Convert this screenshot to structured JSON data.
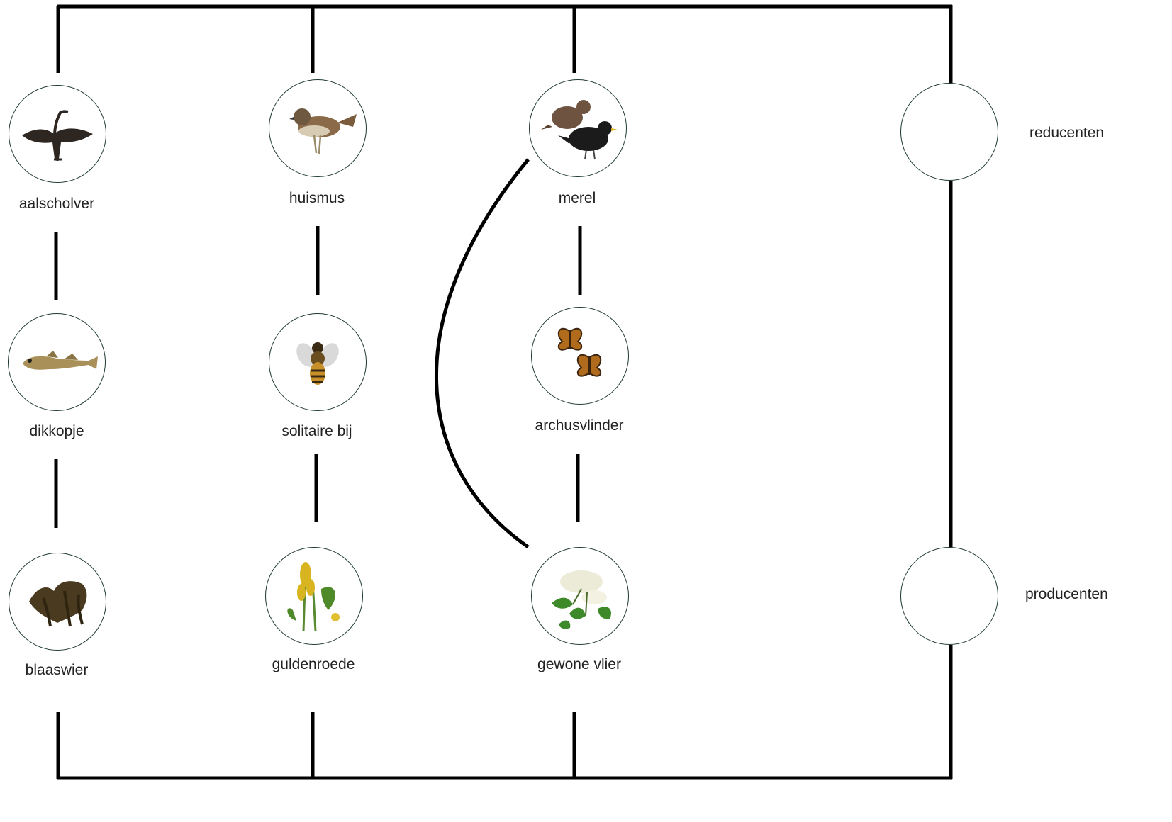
{
  "organisms": {
    "aalscholver": "aalscholver",
    "huismus": "huismus",
    "merel": "merel",
    "dikkopje": "dikkopje",
    "solitaire_bij": "solitaire bij",
    "archusvlinder": "archusvlinder",
    "blaaswier": "blaaswier",
    "guldenroede": "guldenroede",
    "gewone_vlier": "gewone vlier"
  },
  "groups": {
    "reducenten": "reducenten",
    "producenten": "producenten"
  },
  "colors": {
    "line": "#000000",
    "circle_border": "#1e3a2e"
  },
  "icons": {
    "aalscholver": "cormorant-icon",
    "huismus": "sparrow-icon",
    "merel": "blackbird-icon",
    "dikkopje": "goby-fish-icon",
    "solitaire_bij": "bee-icon",
    "archusvlinder": "butterfly-icon",
    "blaaswier": "seaweed-icon",
    "guldenroede": "goldenrod-icon",
    "gewone_vlier": "elder-flower-icon"
  }
}
